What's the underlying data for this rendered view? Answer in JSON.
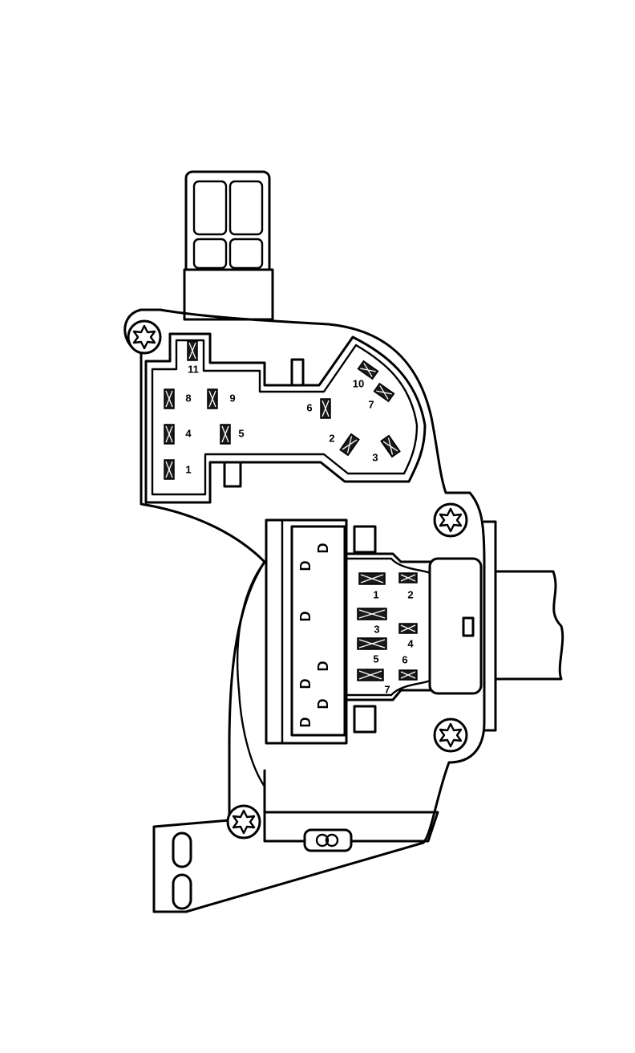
{
  "upper_connector": {
    "pins": [
      {
        "label": "11"
      },
      {
        "label": "8"
      },
      {
        "label": "9"
      },
      {
        "label": "4"
      },
      {
        "label": "5"
      },
      {
        "label": "1"
      },
      {
        "label": "6"
      },
      {
        "label": "10"
      },
      {
        "label": "7"
      },
      {
        "label": "2"
      },
      {
        "label": "3"
      }
    ]
  },
  "lower_connector": {
    "pins": [
      {
        "label": "1"
      },
      {
        "label": "2"
      },
      {
        "label": "3"
      },
      {
        "label": "4"
      },
      {
        "label": "5"
      },
      {
        "label": "6"
      },
      {
        "label": "7"
      }
    ]
  },
  "terminal_block": {
    "terminals": [
      {
        "label": "D"
      },
      {
        "label": "D"
      },
      {
        "label": "D"
      },
      {
        "label": "D"
      },
      {
        "label": "D"
      },
      {
        "label": "D"
      },
      {
        "label": "D"
      }
    ]
  }
}
